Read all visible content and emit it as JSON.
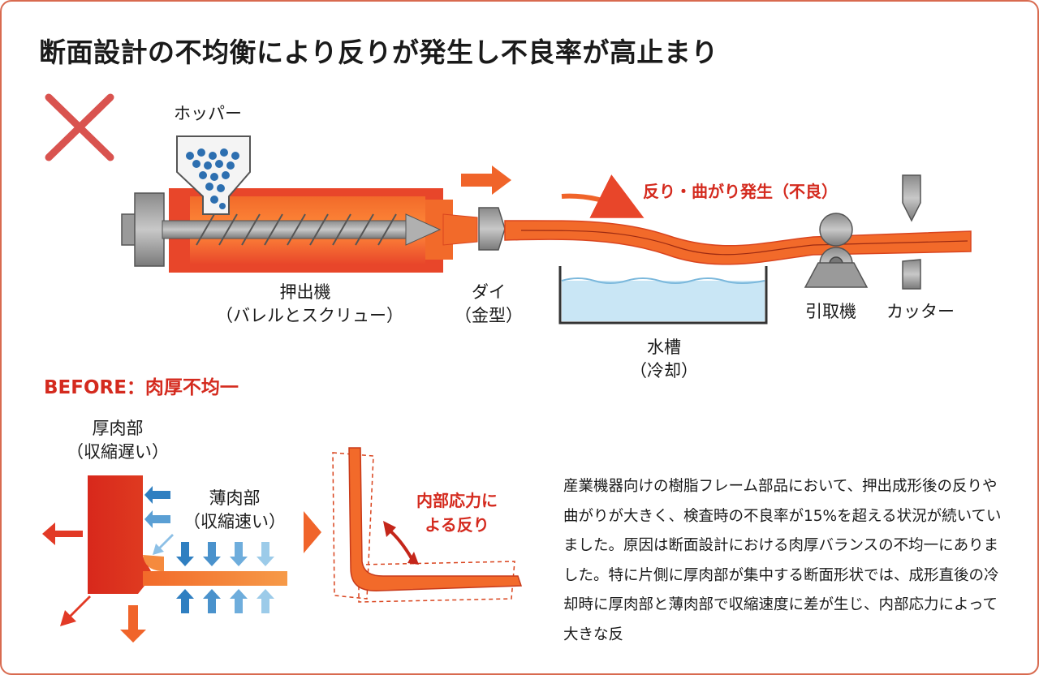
{
  "title": "断面設計の不均衡により反りが発生し不良率が高止まり",
  "labels": {
    "hopper": "ホッパー",
    "extruder_line1": "押出機",
    "extruder_line2": "（バレルとスクリュー）",
    "die_line1": "ダイ",
    "die_line2": "（金型）",
    "warp": "反り・曲がり発生（不良）",
    "tank_line1": "水槽",
    "tank_line2": "（冷却）",
    "puller": "引取機",
    "cutter": "カッター"
  },
  "before": {
    "title": "BEFORE：肉厚不均一",
    "thick_line1": "厚肉部",
    "thick_line2": "（収縮遅い）",
    "thin_line1": "薄肉部",
    "thin_line2": "（収縮速い）",
    "stress_line1": "内部応力に",
    "stress_line2": "よる反り"
  },
  "description": "産業機器向けの樹脂フレーム部品において、押出成形後の反りや曲がりが大きく、検査時の不良率が15%を超える状況が続いていました。原因は断面設計における肉厚バランスの不均一にありました。特に片側に厚肉部が集中する断面形状では、成形直後の冷却時に厚肉部と薄肉部で収縮速度に差が生じ、内部応力によって大きな反",
  "icons": {
    "status": "cross-mark-icon",
    "flow": "right-arrow-icon"
  },
  "colors": {
    "accent_red": "#d42a1e",
    "orange": "#f0642a",
    "cross": "#d9534f",
    "water": "#c9e6f5",
    "blue_arrow": "#2f7fc1",
    "frame_border": "#d86a4f"
  }
}
